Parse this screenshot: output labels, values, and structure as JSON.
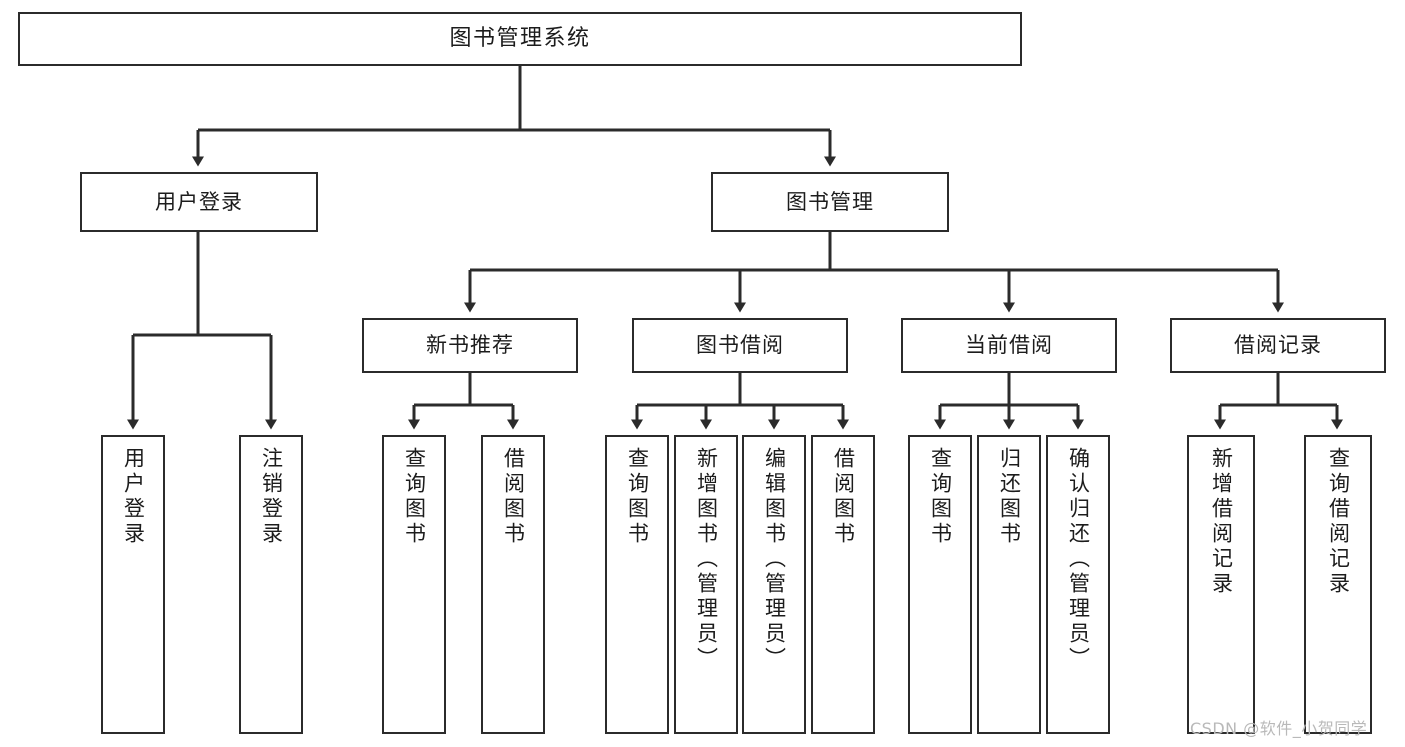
{
  "diagram": {
    "title": "图书管理系统",
    "watermark": "CSDN @软件_小贺同学",
    "style": {
      "border_color": "#2b2b2b",
      "fill_color": "#ffffff",
      "line_color": "#2b2b2b",
      "text_color": "#1c1c1c",
      "watermark_color": "#b9b9b9"
    },
    "nodes": {
      "root": "图书管理系统",
      "level2": [
        "用户登录",
        "图书管理"
      ],
      "level3": [
        "新书推荐",
        "图书借阅",
        "当前借阅",
        "借阅记录"
      ],
      "leaves": {
        "user_login": [
          "用户登录",
          "注销登录"
        ],
        "new_book_recommend": [
          "查询图书",
          "借阅图书"
        ],
        "book_borrow": [
          "查询图书",
          "新增图书（管理员）",
          "编辑图书（管理员）",
          "借阅图书"
        ],
        "current_borrow": [
          "查询图书",
          "归还图书",
          "确认归还（管理员）"
        ],
        "borrow_record": [
          "新增借阅记录",
          "查询借阅记录"
        ]
      }
    }
  }
}
